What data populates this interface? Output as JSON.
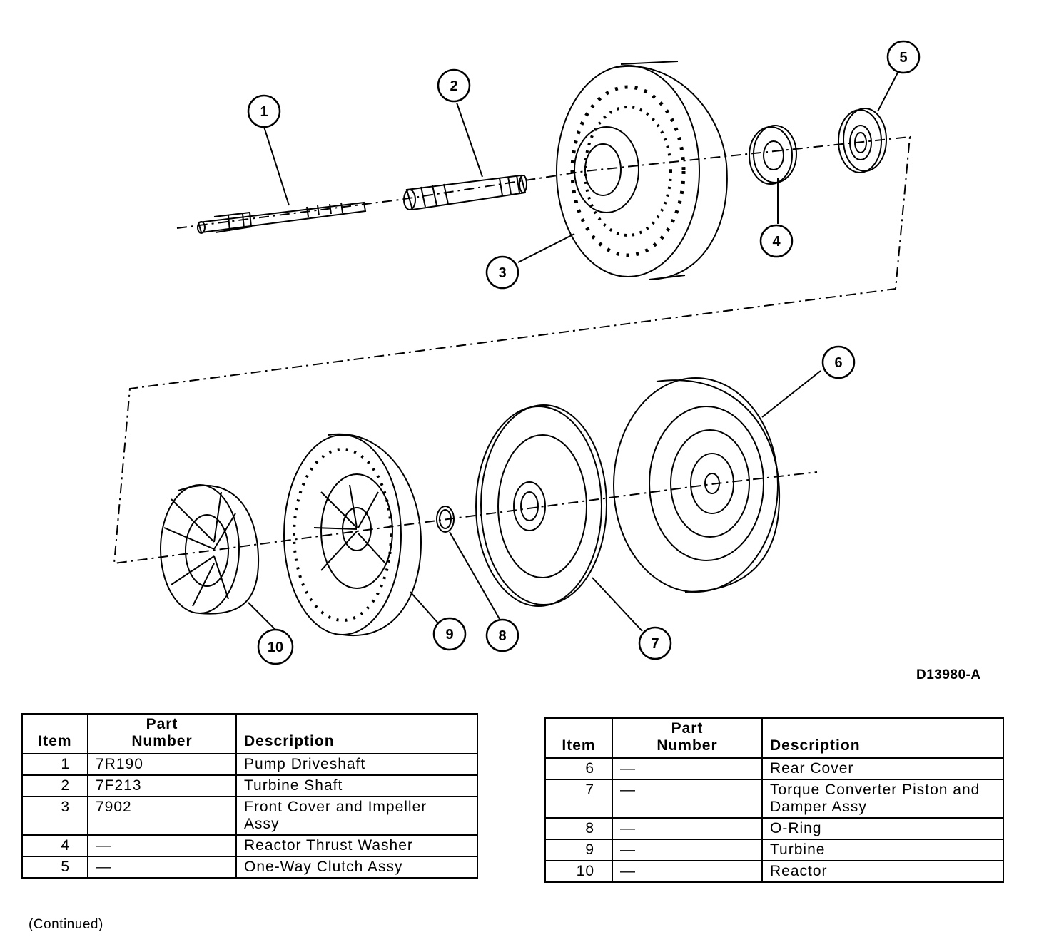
{
  "figure_id": "D13980-A",
  "callouts": [
    "1",
    "2",
    "3",
    "4",
    "5",
    "6",
    "7",
    "8",
    "9",
    "10"
  ],
  "parts_table": {
    "headers": {
      "item": "Item",
      "part_top": "Part",
      "part_bottom": "Number",
      "description": "Description"
    },
    "left_rows": [
      {
        "item": "1",
        "part": "7R190",
        "desc1": "Pump Driveshaft",
        "desc2": ""
      },
      {
        "item": "2",
        "part": "7F213",
        "desc1": "Turbine Shaft",
        "desc2": ""
      },
      {
        "item": "3",
        "part": "7902",
        "desc1": "Front Cover and Impeller",
        "desc2": "Assy"
      },
      {
        "item": "4",
        "part": "—",
        "desc1": "Reactor Thrust Washer",
        "desc2": ""
      },
      {
        "item": "5",
        "part": "—",
        "desc1": "One-Way Clutch Assy",
        "desc2": ""
      }
    ],
    "right_rows": [
      {
        "item": "6",
        "part": "—",
        "desc1": "Rear Cover",
        "desc2": ""
      },
      {
        "item": "7",
        "part": "—",
        "desc1": "Torque Converter Piston and",
        "desc2": "Damper Assy"
      },
      {
        "item": "8",
        "part": "—",
        "desc1": "O-Ring",
        "desc2": ""
      },
      {
        "item": "9",
        "part": "—",
        "desc1": "Turbine",
        "desc2": ""
      },
      {
        "item": "10",
        "part": "—",
        "desc1": "Reactor",
        "desc2": ""
      }
    ]
  },
  "continued": "(Continued)"
}
